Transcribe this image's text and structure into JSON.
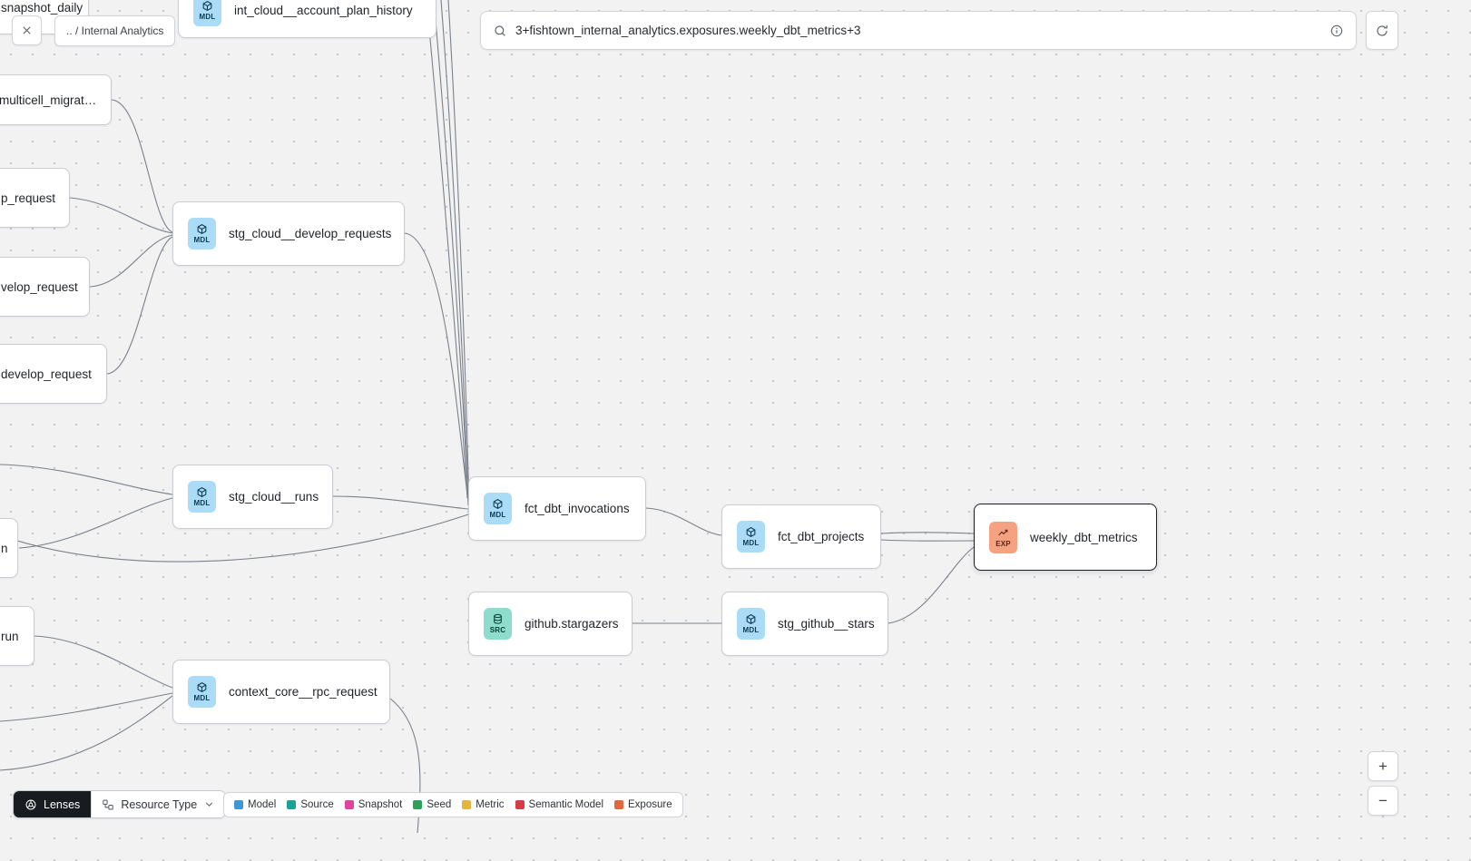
{
  "colors": {
    "model_badge_bg": "#aadcf7",
    "source_badge_bg": "#8edccb",
    "exposure_badge_bg": "#f5a283",
    "selected_node_border": "#1a1d21"
  },
  "topbar": {
    "breadcrumb": ".. / Internal Analytics",
    "search_value": "3+fishtown_internal_analytics.exposures.weekly_dbt_metrics+3"
  },
  "badges": {
    "model": "MDL",
    "source": "SRC",
    "exposure": "EXP"
  },
  "nodes": [
    {
      "label": "snapshot_daily",
      "type": "model"
    },
    {
      "label": "int_cloud__account_plan_history",
      "type": "model"
    },
    {
      "label": "multicell_migrat…",
      "type": "model"
    },
    {
      "label": "p_request",
      "type": "model"
    },
    {
      "label": "velop_request",
      "type": "model"
    },
    {
      "label": "develop_request",
      "type": "model"
    },
    {
      "label": "n",
      "type": "model"
    },
    {
      "label": "run",
      "type": "model"
    },
    {
      "label": "stg_cloud__develop_requests",
      "type": "model"
    },
    {
      "label": "stg_cloud__runs",
      "type": "model"
    },
    {
      "label": "fct_dbt_invocations",
      "type": "model"
    },
    {
      "label": "fct_dbt_projects",
      "type": "model"
    },
    {
      "label": "weekly_dbt_metrics",
      "type": "exposure",
      "selected": true
    },
    {
      "label": "github.stargazers",
      "type": "source"
    },
    {
      "label": "stg_github__stars",
      "type": "model"
    },
    {
      "label": "context_core__rpc_request",
      "type": "model"
    }
  ],
  "edges": [
    "M123,110 C158,112 166,246 190,256",
    "M77,218 C125,222 152,250 190,257",
    "M99,316 C138,314 158,266 190,259",
    "M118,412 C152,410 164,274 190,261",
    "M470,0 C488,190 507,430 515,549",
    "M478,0 C495,190 510,430 516,553",
    "M486,0 C501,195 512,435 516,557",
    "M494,0 C506,200 514,440 517,561",
    "M446,257 C488,262 502,440 515,545",
    "M367,547 C420,547 468,556 516,561",
    "M0,512 C75,514 140,538 190,545",
    "M21,604 C85,600 145,560 190,549",
    "M0,590 C170,648 395,608 516,567",
    "M38,701 C100,704 152,744 190,758",
    "M0,795 C75,790 148,772 190,764",
    "M0,849 C95,843 158,792 190,767",
    "M430,770 C468,800 465,858 460,918",
    "M712,560 C748,562 768,586 795,590",
    "M971,588 C1008,586 1038,587 1073,588",
    "M971,595 C1008,597 1038,596 1073,596",
    "M979,687 C1022,680 1046,624 1073,603",
    "M697,687 L795,687"
  ],
  "controls": {
    "lenses_label": "Lenses",
    "resource_type_label": "Resource Type"
  },
  "legend": [
    {
      "label": "Model",
      "color": "#3e97d4"
    },
    {
      "label": "Source",
      "color": "#1aa296"
    },
    {
      "label": "Snapshot",
      "color": "#e0459c"
    },
    {
      "label": "Seed",
      "color": "#2fa05a"
    },
    {
      "label": "Metric",
      "color": "#e6b33d"
    },
    {
      "label": "Semantic Model",
      "color": "#d93a46"
    },
    {
      "label": "Exposure",
      "color": "#e2683c"
    }
  ],
  "zoom": {
    "zoom_in": "+",
    "zoom_out": "−"
  }
}
